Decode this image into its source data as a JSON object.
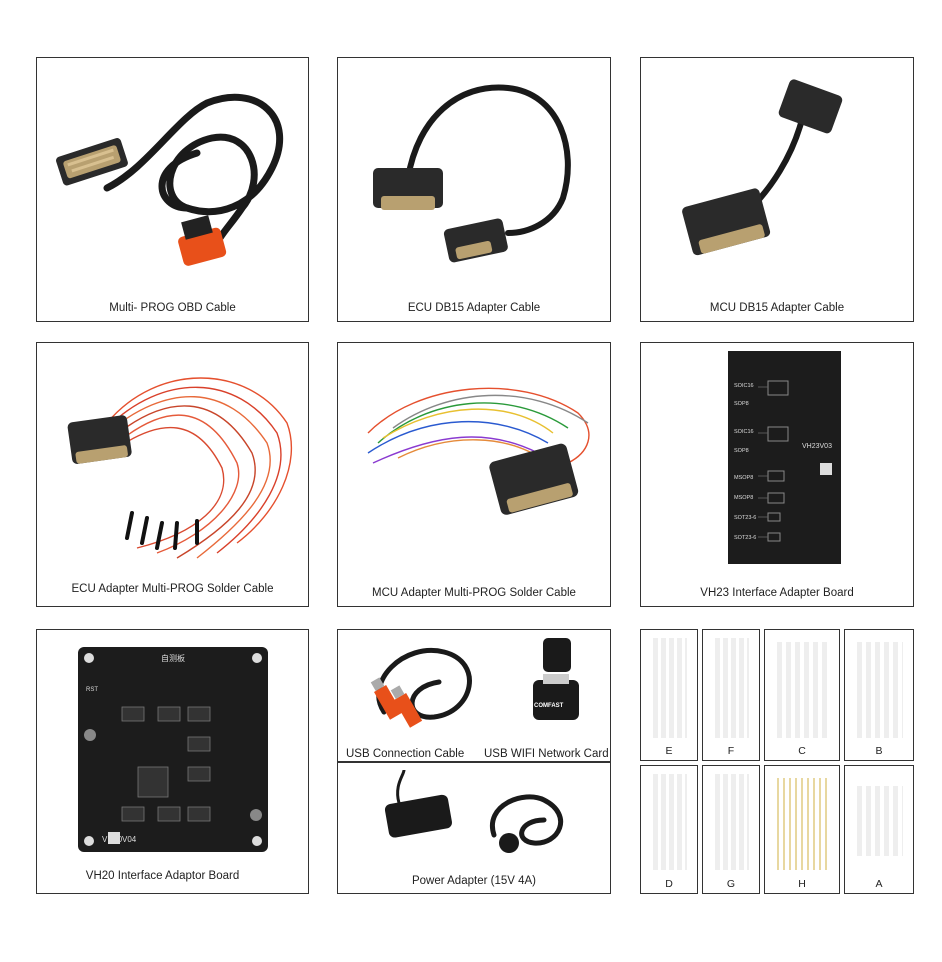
{
  "panels": [
    {
      "caption": "Multi- PROG OBD Cable"
    },
    {
      "caption": "ECU DB15 Adapter Cable"
    },
    {
      "caption": "MCU DB15 Adapter Cable"
    },
    {
      "caption": "ECU Adapter Multi-PROG Solder Cable"
    },
    {
      "caption": "MCU Adapter Multi-PROG Solder Cable"
    },
    {
      "caption": "VH23 Interface Adapter Board"
    },
    {
      "caption": "VH20 Interface Adaptor Board"
    },
    {
      "caption": "USB Connection Cable"
    },
    {
      "caption": "USB WIFI Network Card"
    },
    {
      "caption": "Power Adapter (15V 4A)"
    }
  ],
  "vh23_board": {
    "model": "VH23V03",
    "labels": [
      "SOIC16",
      "SOP8",
      "SOIC16",
      "SOP8",
      "MSOP8",
      "MSOP8",
      "SOT23-6",
      "SOT23-6"
    ]
  },
  "vh20_board": {
    "title": "自测板",
    "model": "VH20V04",
    "rst_label": "RST"
  },
  "wifi_card": {
    "brand": "COMFAST"
  },
  "pin_sets": [
    "E",
    "F",
    "C",
    "B",
    "D",
    "G",
    "H",
    "A"
  ],
  "colors": {
    "obd_connector": "#e8501a",
    "usb_plug": "#e8501a",
    "pcb": "#1c1c1c",
    "border": "#333333"
  }
}
